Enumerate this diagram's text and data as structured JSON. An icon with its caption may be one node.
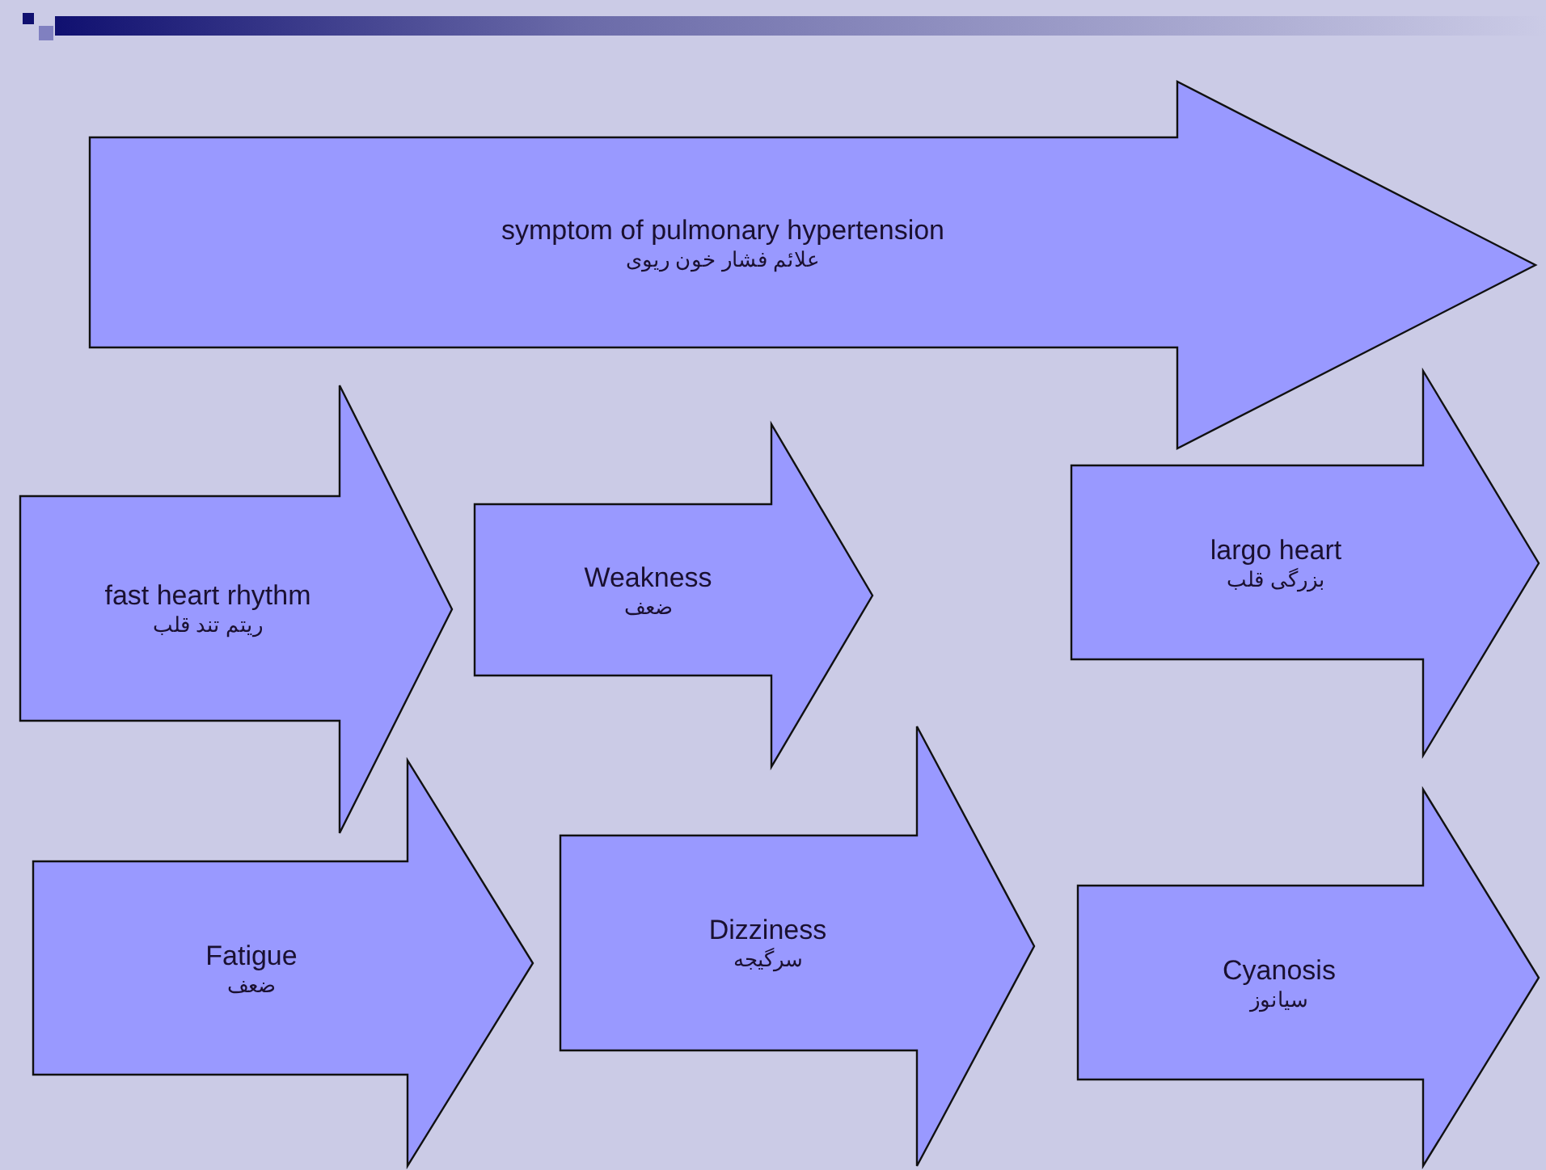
{
  "diagram": {
    "nodes": [
      {
        "text": [
          "symptom of pulmonary hypertension",
          "علائم فشار خون ریوی"
        ]
      },
      {
        "text": [
          "fast heart rhythm",
          "ریتم تند قلب"
        ]
      },
      {
        "text": [
          "Weakness",
          "ضعف"
        ]
      },
      {
        "text": [
          "largo heart",
          "بزرگی قلب"
        ]
      },
      {
        "text": [
          "Fatigue",
          "ضعف"
        ]
      },
      {
        "text": [
          "Dizziness",
          "سرگیجه"
        ]
      },
      {
        "text": [
          "Cyanosis",
          "سیانوز"
        ]
      }
    ]
  }
}
